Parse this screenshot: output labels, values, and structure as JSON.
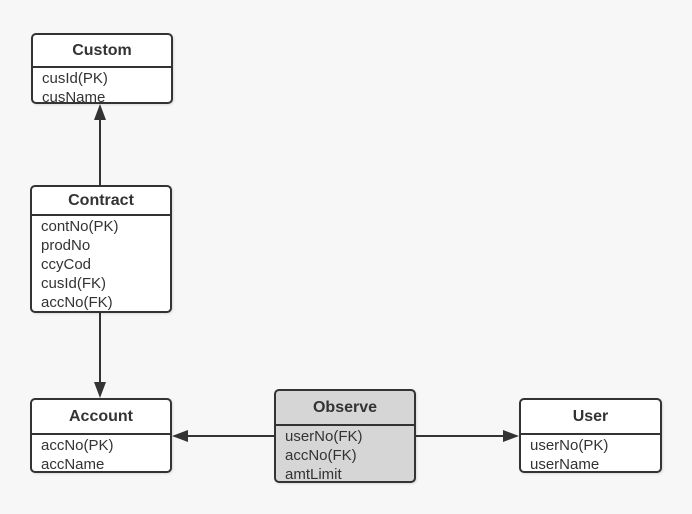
{
  "colors": {
    "background": "#f7f7f7",
    "entity_fill": "#ffffff",
    "observe_fill": "#d6d6d6",
    "border": "#333333",
    "text": "#333333"
  },
  "entities": [
    {
      "title": "Custom",
      "fields": [
        "cusId(PK)",
        "cusName"
      ]
    },
    {
      "title": "Contract",
      "fields": [
        "contNo(PK)",
        "prodNo",
        "ccyCod",
        "cusId(FK)",
        "accNo(FK)"
      ]
    },
    {
      "title": "Account",
      "fields": [
        "accNo(PK)",
        "accName"
      ]
    },
    {
      "title": "Observe",
      "fields": [
        "userNo(FK)",
        "accNo(FK)",
        "amtLimit"
      ]
    },
    {
      "title": "User",
      "fields": [
        "userNo(PK)",
        "userName"
      ]
    }
  ],
  "connectors": [
    {
      "from": "Contract",
      "to": "Custom",
      "arrow_direction": "up"
    },
    {
      "from": "Contract",
      "to": "Account",
      "arrow_direction": "down"
    },
    {
      "from": "Observe",
      "to": "Account",
      "arrow_direction": "left"
    },
    {
      "from": "Observe",
      "to": "User",
      "arrow_direction": "right"
    }
  ]
}
